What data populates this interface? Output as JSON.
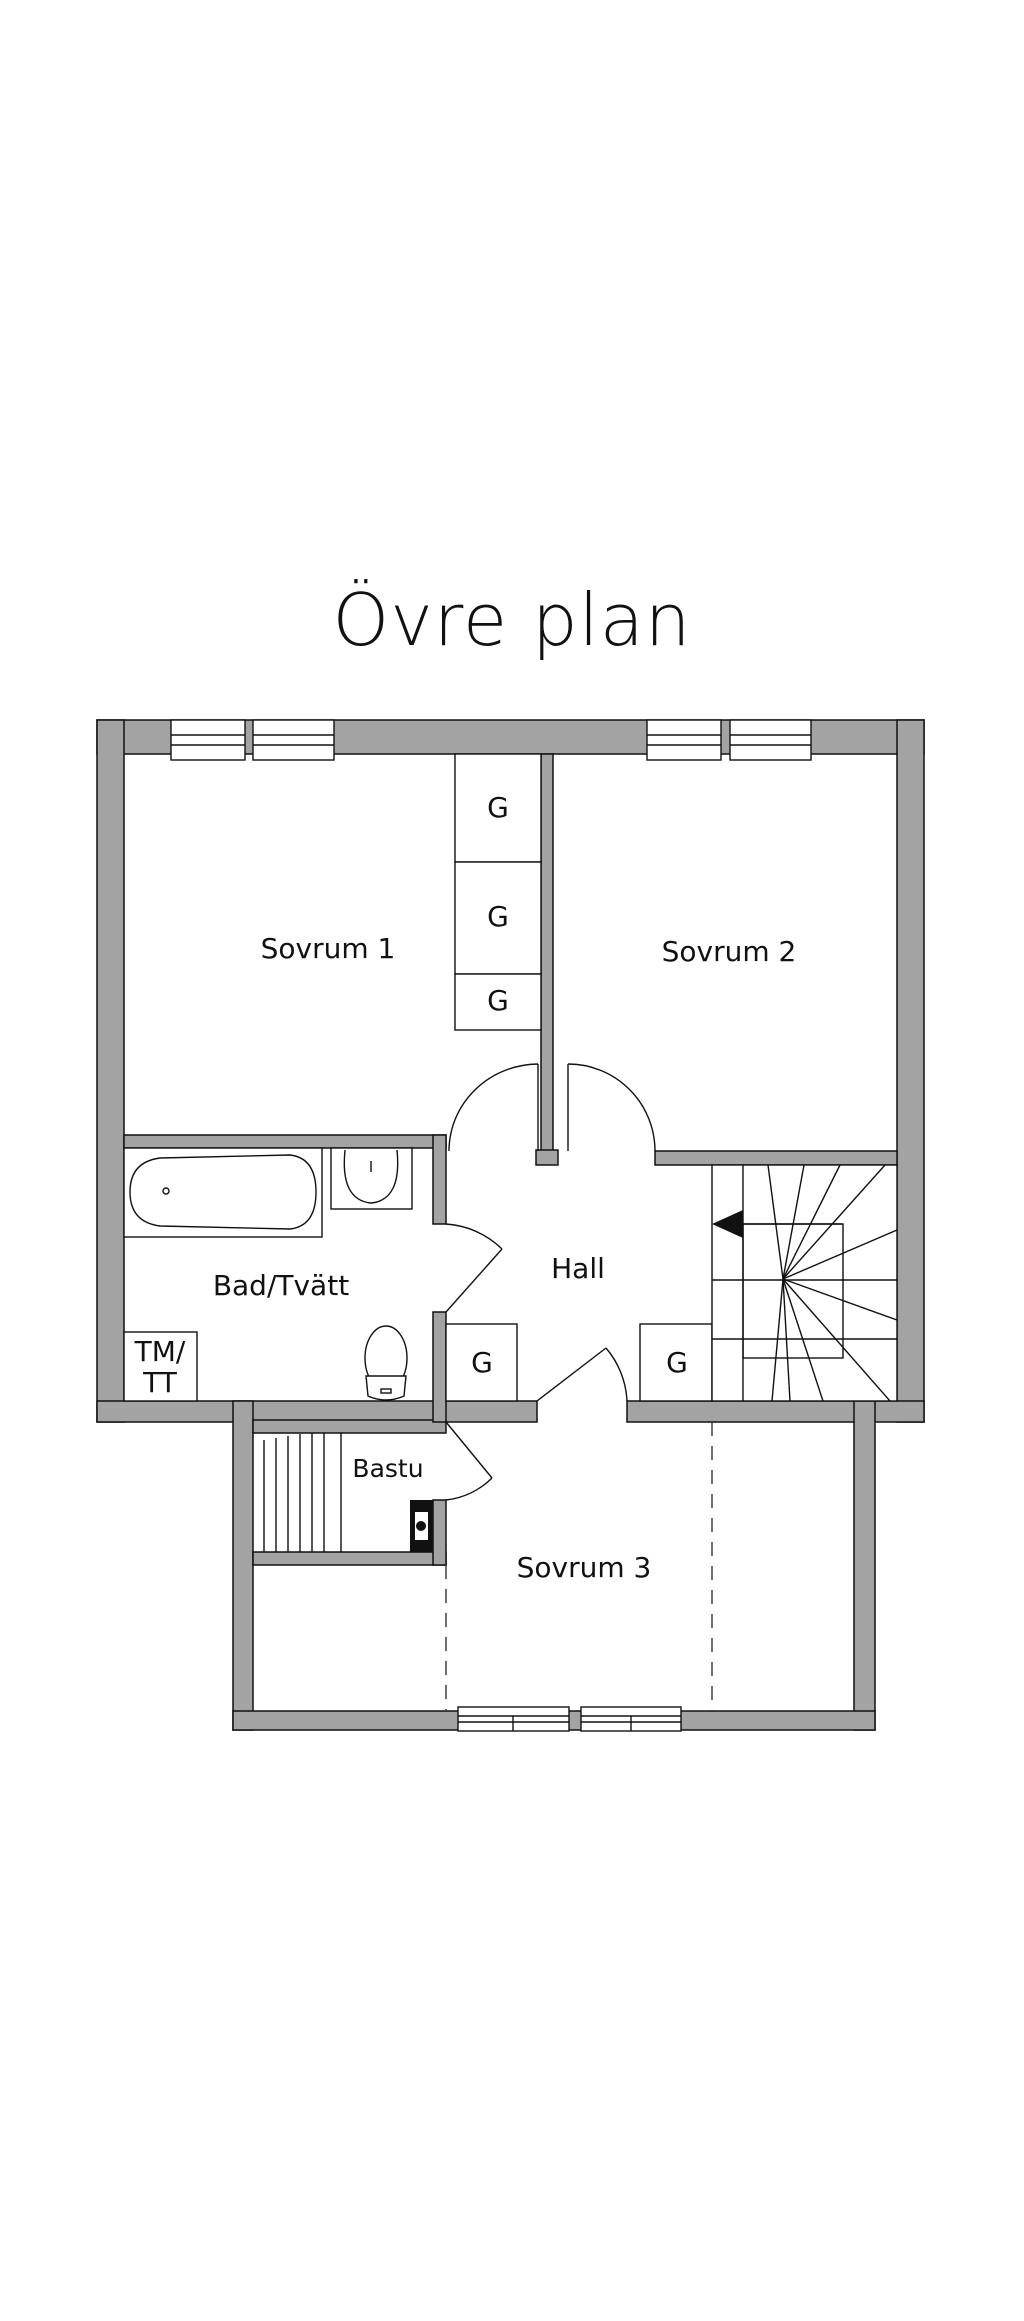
{
  "title": "Övre plan",
  "rooms": {
    "sovrum1": "Sovrum 1",
    "sovrum2": "Sovrum 2",
    "sovrum3": "Sovrum 3",
    "hall": "Hall",
    "bad": "Bad/Tvätt",
    "bastu": "Bastu",
    "tm_line1": "TM/",
    "tm_line2": "TT"
  },
  "closet_label": "G",
  "colors": {
    "wall": "#a3a3a3",
    "line": "#111111"
  }
}
